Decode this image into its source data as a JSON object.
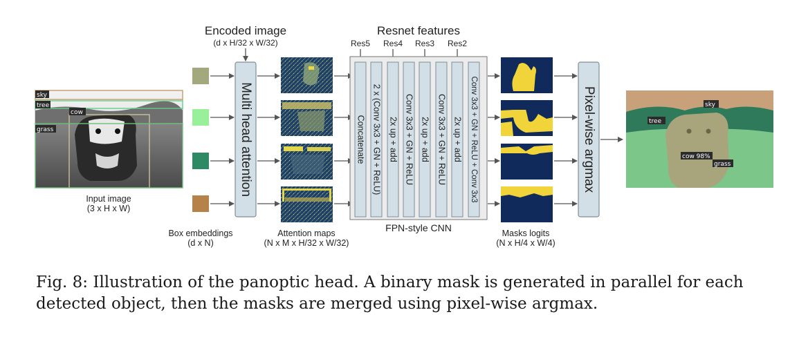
{
  "labels": {
    "encoded_image": "Encoded image",
    "encoded_image_dims": "(d x H/32 x W/32)",
    "resnet_features": "Resnet features",
    "res5": "Res5",
    "res4": "Res4",
    "res3": "Res3",
    "res2": "Res2",
    "input_image": "Input image",
    "input_image_dims": "(3 x H x W)",
    "box_embeddings": "Box embeddings",
    "box_embeddings_dims": "(d x N)",
    "attention_maps": "Attention maps",
    "attention_maps_dims": "(N x M x H/32 x W/32)",
    "fpn_style_cnn": "FPN-style CNN",
    "masks_logits": "Masks logits",
    "masks_logits_dims": "(N x H/4 x W/4)"
  },
  "blocks": {
    "multi_head_attention": "Multi head attention",
    "pixel_wise_argmax": "Pixel-wise argmax",
    "concatenate": "Concatenate",
    "layer2": "2 x (Conv 3x3 + GN + ReLU)",
    "layer3": "2x up + add",
    "layer4": "Conv 3x3 + GN + ReLU",
    "layer5": "2x up + add",
    "layer6": "Conv 3x3 + GN + ReLU",
    "layer7": "2x up + add",
    "layer8": "Conv 3x3 + GN + ReLU + Conv 3x3"
  },
  "input_boxes": {
    "sky": "sky",
    "tree": "tree",
    "cow": "cow",
    "grass": "grass"
  },
  "output_labels": {
    "sky": "sky",
    "tree": "tree",
    "cow": "cow 98%",
    "grass": "grass"
  },
  "box_embedding_colors": [
    "#a3a97c",
    "#98f09a",
    "#2e8a64",
    "#b5824a"
  ],
  "caption": "Fig. 8: Illustration of the panoptic head. A binary mask is generated in parallel for each detected object, then the masks are merged using pixel-wise argmax."
}
